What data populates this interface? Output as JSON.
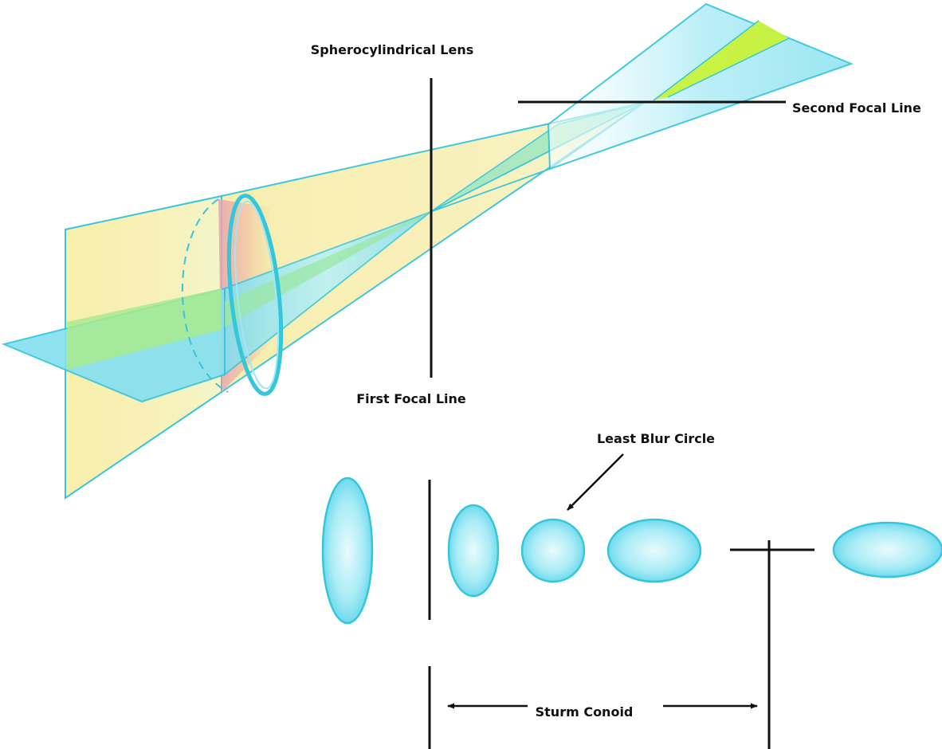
{
  "labels": {
    "lens": "Spherocylindrical Lens",
    "first_focal_line": "First Focal Line",
    "second_focal_line": "Second Focal Line",
    "least_blur_circle": "Least Blur Circle",
    "sturm_conoid": "Sturm Conoid"
  },
  "colors": {
    "cyan_stroke": "#35c6dc",
    "cyan_fill": "#8fe6f2",
    "yellow_plane": "#f6f0a6",
    "green_overlap": "#9ce99a",
    "lime": "#c8f23a",
    "pink_lens_shadow": "#e5a2b0",
    "violet": "#d8a8ee",
    "line": "#111111"
  }
}
